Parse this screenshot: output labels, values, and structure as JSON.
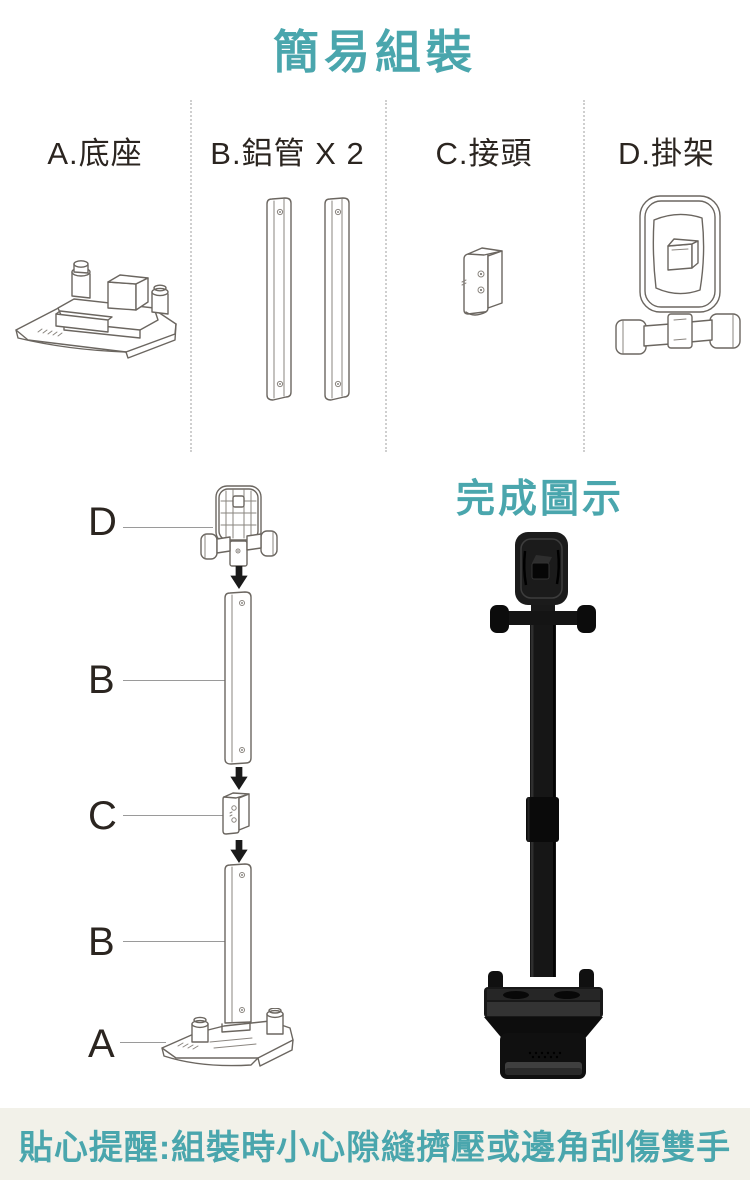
{
  "accent_color": "#4aa6ad",
  "header": {
    "title": "簡易組裝"
  },
  "parts_row": {
    "items": [
      {
        "letter": "A",
        "label": "A.底座",
        "illustration": "base-line-drawing"
      },
      {
        "letter": "B",
        "label": "B.鋁管 X 2",
        "illustration": "aluminum-tubes-line-drawing"
      },
      {
        "letter": "C",
        "label": "C.接頭",
        "illustration": "connector-line-drawing"
      },
      {
        "letter": "D",
        "label": "D.掛架",
        "illustration": "hanging-rack-line-drawing"
      }
    ]
  },
  "assembly": {
    "step_labels": [
      "D",
      "B",
      "C",
      "B",
      "A"
    ]
  },
  "finished": {
    "title": "完成圖示"
  },
  "footer": {
    "text": "貼心提醒:組裝時小心隙縫擠壓或邊角刮傷雙手",
    "bg_color": "#f2f1e9"
  }
}
